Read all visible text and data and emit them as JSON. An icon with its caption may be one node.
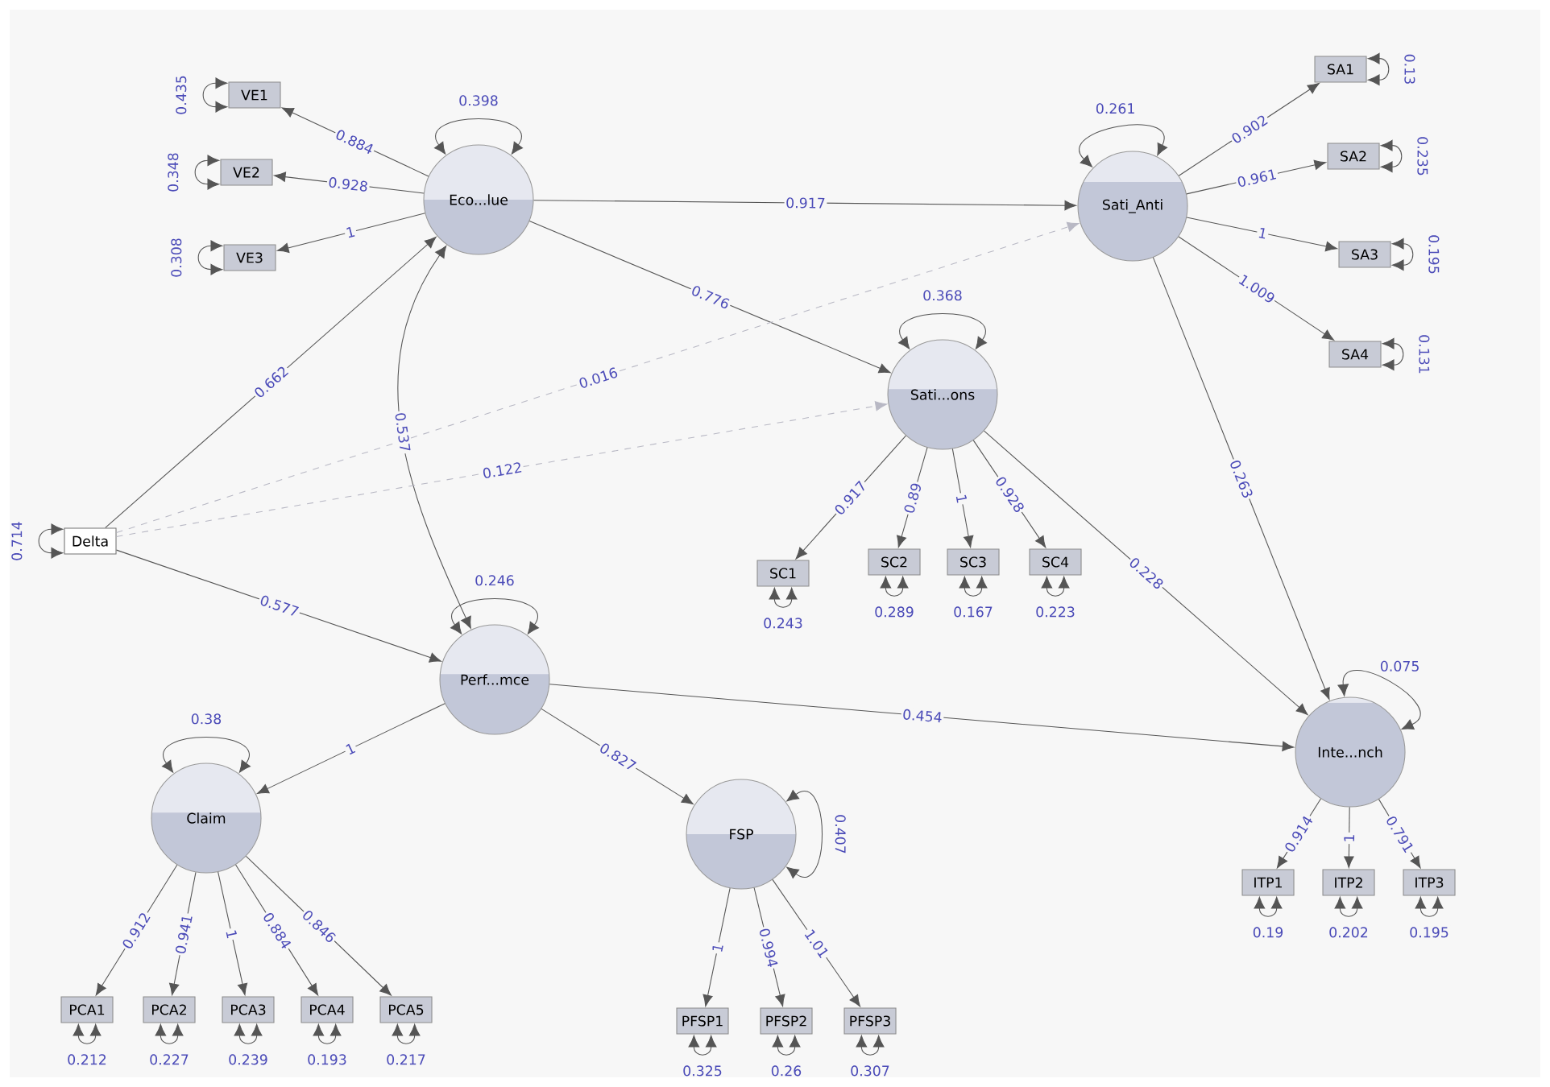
{
  "diagram": {
    "nodes": [
      {
        "text": [
          "VE1"
        ]
      },
      {
        "text": [
          "VE2"
        ]
      },
      {
        "text": [
          "VE3"
        ]
      },
      {
        "text": [
          "Eco...lue"
        ]
      },
      {
        "text": [
          "Sati_Anti"
        ]
      },
      {
        "text": [
          "SA1"
        ]
      },
      {
        "text": [
          "SA2"
        ]
      },
      {
        "text": [
          "SA3"
        ]
      },
      {
        "text": [
          "SA4"
        ]
      },
      {
        "text": [
          "Sati...ons"
        ]
      },
      {
        "text": [
          "Delta"
        ]
      },
      {
        "text": [
          "SC1"
        ]
      },
      {
        "text": [
          "SC2"
        ]
      },
      {
        "text": [
          "SC3"
        ]
      },
      {
        "text": [
          "SC4"
        ]
      },
      {
        "text": [
          "Perf...mce"
        ]
      },
      {
        "text": [
          "Inte...nch"
        ]
      },
      {
        "text": [
          "Claim"
        ]
      },
      {
        "text": [
          "FSP"
        ]
      },
      {
        "text": [
          "ITP1"
        ]
      },
      {
        "text": [
          "ITP2"
        ]
      },
      {
        "text": [
          "ITP3"
        ]
      },
      {
        "text": [
          "PCA1"
        ]
      },
      {
        "text": [
          "PCA2"
        ]
      },
      {
        "text": [
          "PCA3"
        ]
      },
      {
        "text": [
          "PCA4"
        ]
      },
      {
        "text": [
          "PCA5"
        ]
      },
      {
        "text": [
          "PFSP1"
        ]
      },
      {
        "text": [
          "PFSP2"
        ]
      },
      {
        "text": [
          "PFSP3"
        ]
      }
    ],
    "edges": [
      {
        "from": 3,
        "to": 0,
        "arrow": "to",
        "label": "0.884"
      },
      {
        "from": 3,
        "to": 1,
        "arrow": "to",
        "label": "0.928"
      },
      {
        "from": 3,
        "to": 2,
        "arrow": "to",
        "label": "1"
      },
      {
        "from": 3,
        "to": 3,
        "arrow": "both",
        "label": "0.398"
      },
      {
        "from": 0,
        "to": 0,
        "arrow": "both",
        "label": "0.435"
      },
      {
        "from": 1,
        "to": 1,
        "arrow": "both",
        "label": "0.348"
      },
      {
        "from": 2,
        "to": 2,
        "arrow": "both",
        "label": "0.308"
      },
      {
        "from": 3,
        "to": 4,
        "arrow": "to",
        "label": "0.917"
      },
      {
        "from": 3,
        "to": 9,
        "arrow": "to",
        "label": "0.776"
      },
      {
        "from": 10,
        "to": 3,
        "arrow": "to",
        "label": "0.662"
      },
      {
        "from": 3,
        "to": 15,
        "arrow": "both",
        "label": "0.537"
      },
      {
        "from": 10,
        "to": 4,
        "arrow": "to",
        "label": "0.016",
        "style": "dashed",
        "color": "#b8b8c4"
      },
      {
        "from": 10,
        "to": 9,
        "arrow": "to",
        "label": "0.122",
        "style": "dashed",
        "color": "#b8b8c4"
      },
      {
        "from": 10,
        "to": 15,
        "arrow": "to",
        "label": "0.577"
      },
      {
        "from": 10,
        "to": 10,
        "arrow": "both",
        "label": "0.714"
      },
      {
        "from": 4,
        "to": 4,
        "arrow": "both",
        "label": "0.261"
      },
      {
        "from": 4,
        "to": 5,
        "arrow": "to",
        "label": "0.902"
      },
      {
        "from": 4,
        "to": 6,
        "arrow": "to",
        "label": "0.961"
      },
      {
        "from": 4,
        "to": 7,
        "arrow": "to",
        "label": "1"
      },
      {
        "from": 4,
        "to": 8,
        "arrow": "to",
        "label": "1.009"
      },
      {
        "from": 5,
        "to": 5,
        "arrow": "both",
        "label": "0.13"
      },
      {
        "from": 6,
        "to": 6,
        "arrow": "both",
        "label": "0.235"
      },
      {
        "from": 7,
        "to": 7,
        "arrow": "both",
        "label": "0.195"
      },
      {
        "from": 8,
        "to": 8,
        "arrow": "both",
        "label": "0.131"
      },
      {
        "from": 9,
        "to": 9,
        "arrow": "both",
        "label": "0.368"
      },
      {
        "from": 9,
        "to": 11,
        "arrow": "to",
        "label": "0.917"
      },
      {
        "from": 9,
        "to": 12,
        "arrow": "to",
        "label": "0.89"
      },
      {
        "from": 9,
        "to": 13,
        "arrow": "to",
        "label": "1"
      },
      {
        "from": 9,
        "to": 14,
        "arrow": "to",
        "label": "0.928"
      },
      {
        "from": 11,
        "to": 11,
        "arrow": "both",
        "label": "0.243"
      },
      {
        "from": 12,
        "to": 12,
        "arrow": "both",
        "label": "0.289"
      },
      {
        "from": 13,
        "to": 13,
        "arrow": "both",
        "label": "0.167"
      },
      {
        "from": 14,
        "to": 14,
        "arrow": "both",
        "label": "0.223"
      },
      {
        "from": 4,
        "to": 16,
        "arrow": "to",
        "label": "0.263"
      },
      {
        "from": 9,
        "to": 16,
        "arrow": "to",
        "label": "0.228"
      },
      {
        "from": 15,
        "to": 15,
        "arrow": "both",
        "label": "0.246"
      },
      {
        "from": 15,
        "to": 17,
        "arrow": "to",
        "label": "1"
      },
      {
        "from": 15,
        "to": 18,
        "arrow": "to",
        "label": "0.827"
      },
      {
        "from": 15,
        "to": 16,
        "arrow": "to",
        "label": "0.454"
      },
      {
        "from": 16,
        "to": 16,
        "arrow": "both",
        "label": "0.075"
      },
      {
        "from": 17,
        "to": 17,
        "arrow": "both",
        "label": "0.38"
      },
      {
        "from": 17,
        "to": 22,
        "arrow": "to",
        "label": "0.912"
      },
      {
        "from": 17,
        "to": 23,
        "arrow": "to",
        "label": "0.941"
      },
      {
        "from": 17,
        "to": 24,
        "arrow": "to",
        "label": "1"
      },
      {
        "from": 17,
        "to": 25,
        "arrow": "to",
        "label": "0.884"
      },
      {
        "from": 17,
        "to": 26,
        "arrow": "to",
        "label": "0.846"
      },
      {
        "from": 22,
        "to": 22,
        "arrow": "both",
        "label": "0.212"
      },
      {
        "from": 23,
        "to": 23,
        "arrow": "both",
        "label": "0.227"
      },
      {
        "from": 24,
        "to": 24,
        "arrow": "both",
        "label": "0.239"
      },
      {
        "from": 25,
        "to": 25,
        "arrow": "both",
        "label": "0.193"
      },
      {
        "from": 26,
        "to": 26,
        "arrow": "both",
        "label": "0.217"
      },
      {
        "from": 18,
        "to": 18,
        "arrow": "both",
        "label": "0.407"
      },
      {
        "from": 18,
        "to": 27,
        "arrow": "to",
        "label": "1"
      },
      {
        "from": 18,
        "to": 28,
        "arrow": "to",
        "label": "0.994"
      },
      {
        "from": 18,
        "to": 29,
        "arrow": "to",
        "label": "1.01"
      },
      {
        "from": 27,
        "to": 27,
        "arrow": "both",
        "label": "0.325"
      },
      {
        "from": 28,
        "to": 28,
        "arrow": "both",
        "label": "0.26"
      },
      {
        "from": 29,
        "to": 29,
        "arrow": "both",
        "label": "0.307"
      },
      {
        "from": 16,
        "to": 19,
        "arrow": "to",
        "label": "0.914"
      },
      {
        "from": 16,
        "to": 20,
        "arrow": "to",
        "label": "1"
      },
      {
        "from": 16,
        "to": 21,
        "arrow": "to",
        "label": "0.791"
      },
      {
        "from": 19,
        "to": 19,
        "arrow": "both",
        "label": "0.19"
      },
      {
        "from": 20,
        "to": 20,
        "arrow": "both",
        "label": "0.202"
      },
      {
        "from": 21,
        "to": 21,
        "arrow": "both",
        "label": "0.195"
      }
    ]
  }
}
